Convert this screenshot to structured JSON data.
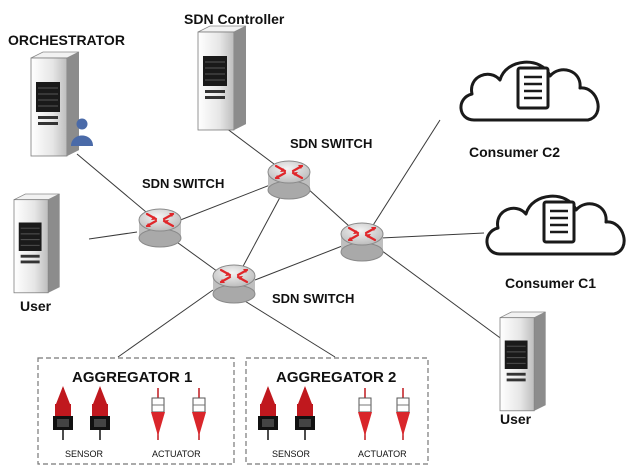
{
  "labels": {
    "orchestrator": "ORCHESTRATOR",
    "sdn_controller": "SDN Controller",
    "sdn_switch_top": "SDN SWITCH",
    "sdn_switch_left": "SDN SWITCH",
    "sdn_switch_bottom": "SDN SWITCH",
    "consumer_c2": "Consumer C2",
    "consumer_c1": "Consumer C1",
    "user_left": "User",
    "user_right": "User",
    "aggregator_1": "AGGREGATOR 1",
    "aggregator_2": "AGGREGATOR 2",
    "agg1_sensor": "SENSOR",
    "agg1_actuator": "ACTUATOR",
    "agg2_sensor": "SENSOR",
    "agg2_actuator": "ACTUATOR"
  },
  "icons": {
    "server": "server-icon",
    "router": "sdn-switch-icon",
    "cloud": "cloud-icon",
    "user_badge": "user-badge-icon",
    "sensor": "sensor-icon",
    "actuator": "actuator-icon"
  },
  "colors": {
    "router_body": "#d9d9d9",
    "router_arrows": "#e0262a",
    "server_body": "#e8e8e8",
    "server_dark": "#1a1a1a",
    "sensor_red": "#c0181e",
    "actuator_red": "#d9262b",
    "user_badge_blue": "#4a6aa8"
  }
}
